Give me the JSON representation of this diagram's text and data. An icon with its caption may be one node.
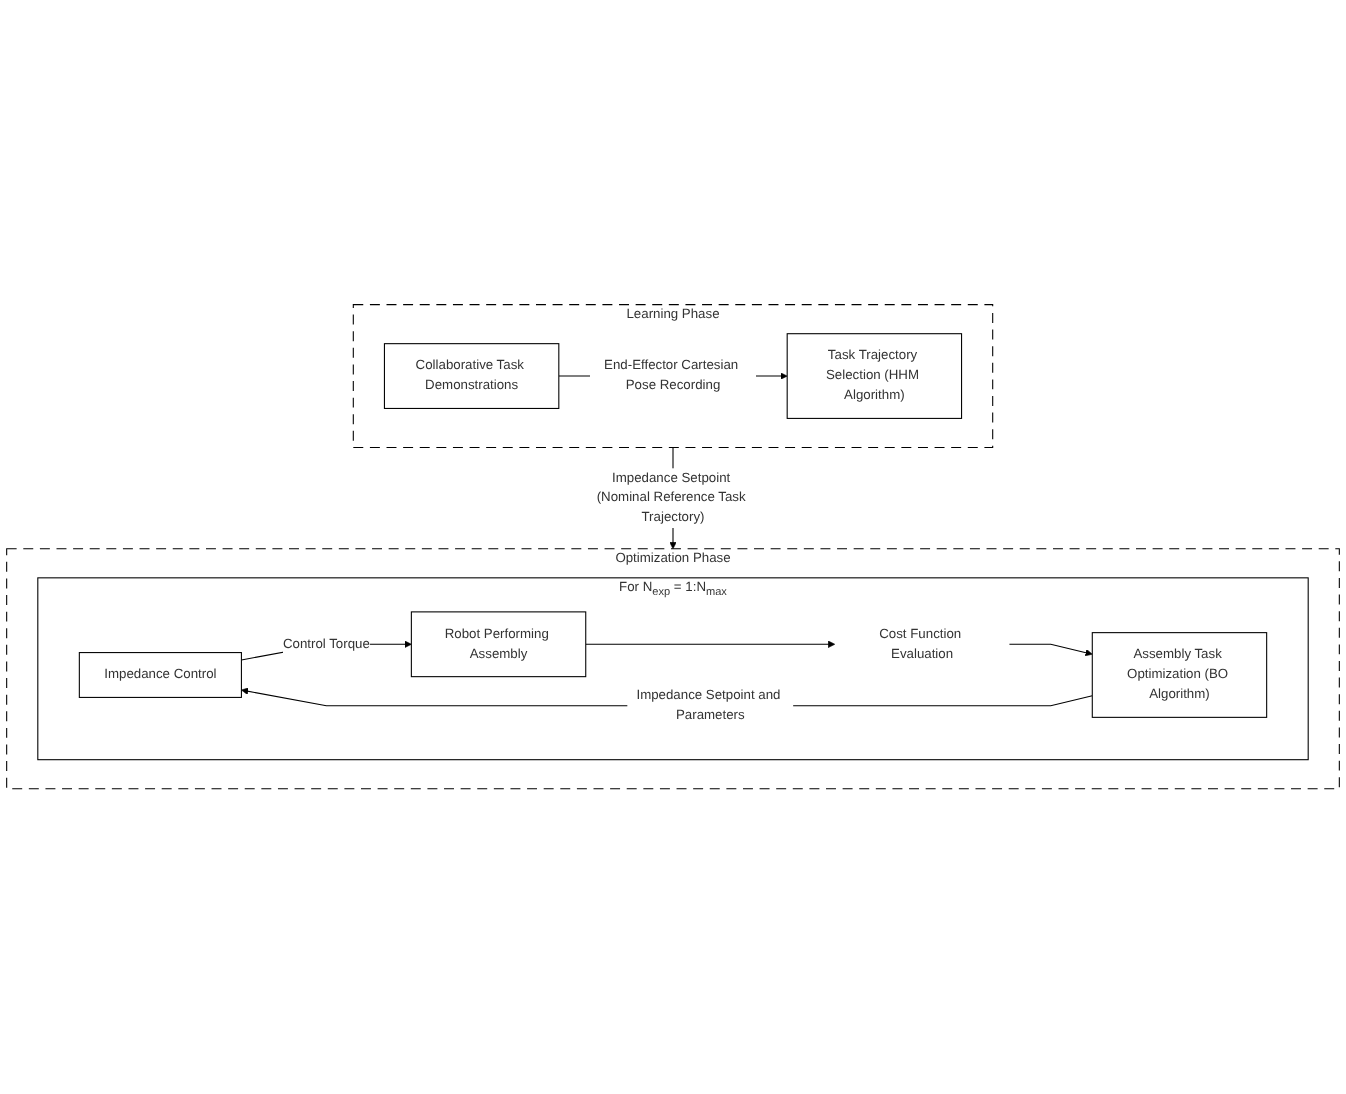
{
  "diagram": {
    "nodes": [
      {
        "text": [
          "Learning Phase"
        ]
      },
      {
        "text": [
          "Collaborative Task Demonstrations"
        ],
        "in": 0
      },
      {
        "text": [
          "Task Trajectory Selection (HHM Algorithm)"
        ],
        "in": 0
      },
      {
        "text": [
          "Optimization Phase"
        ]
      },
      {
        "text": [
          "For N$_{exp}$ = 1:N$_{max}$"
        ],
        "in": 3
      },
      {
        "text": [
          "Impedance Control"
        ],
        "in": 4
      },
      {
        "text": [
          "Robot Performing Assembly"
        ],
        "in": 4
      },
      {
        "text": [
          "Cost Function Evaluation"
        ],
        "in": 4
      },
      {
        "text": [
          "Assembly Task Optimization (BO Algorithm)"
        ],
        "in": 4
      }
    ],
    "edges": [
      {
        "from": 1,
        "to": 2,
        "arrow": "to",
        "label": "End-Effector Cartesian Pose Recording"
      },
      {
        "from": 0,
        "to": 3,
        "arrow": "to",
        "label": "Impedance Setpoint (Nominal Reference Task Trajectory)"
      },
      {
        "from": 5,
        "to": 6,
        "arrow": "to",
        "label": "Control Torque"
      },
      {
        "from": 6,
        "to": 7,
        "arrow": "to"
      },
      {
        "from": 7,
        "to": 8,
        "arrow": "to"
      },
      {
        "from": 8,
        "to": 5,
        "arrow": "to",
        "label": "Impedance Setpoint and Parameters"
      }
    ]
  }
}
